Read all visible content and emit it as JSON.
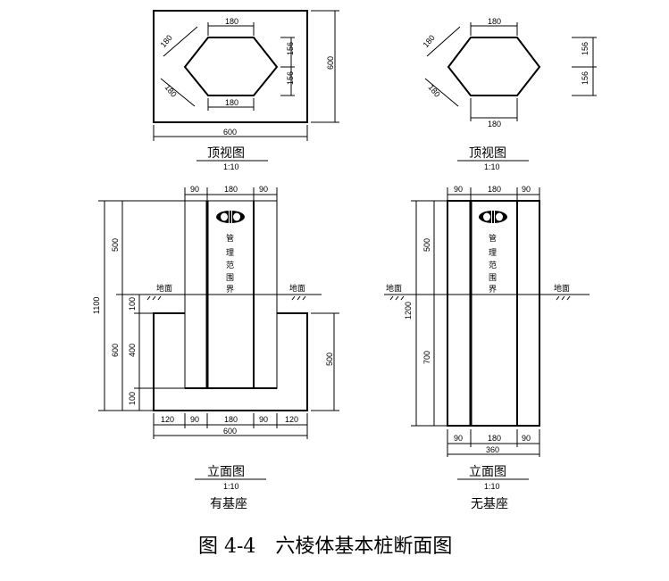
{
  "view_top_title": "顶视图",
  "view_front_title": "立面图",
  "scale": "1:10",
  "with_base_label": "有基座",
  "without_base_label": "无基座",
  "ground_label": "地面",
  "post_text": [
    "管",
    "理",
    "范",
    "围",
    "界"
  ],
  "figure_caption": "图 4-4　六棱体基本桩断面图",
  "dims": {
    "d180": "180",
    "d156": "156",
    "d600": "600",
    "d90": "90",
    "d120": "120",
    "d500": "500",
    "d100": "100",
    "d400": "400",
    "d1100": "1100",
    "d1200": "1200",
    "d700": "700",
    "d360": "360"
  }
}
